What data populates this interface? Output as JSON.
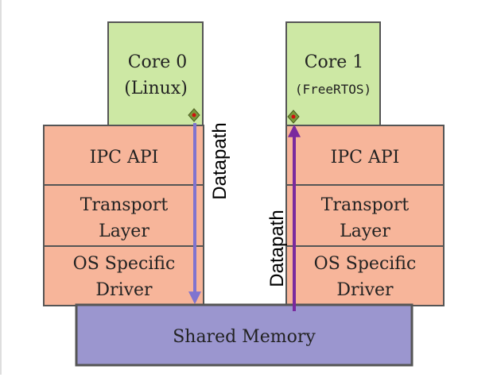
{
  "colors": {
    "core_fill": "#cde8a4",
    "layer_fill": "#f7b59a",
    "memory_fill": "#9b96cf",
    "box_stroke": "#555555",
    "left_arrow": "#7f74cf",
    "right_arrow": "#7a2a9e",
    "marker_fill": "#7a9a3a",
    "marker_dot": "#d01010"
  },
  "core0": {
    "line1": "Core 0",
    "line2": "(Linux)"
  },
  "core1": {
    "line1": "Core 1",
    "line2": "(FreeRTOS)"
  },
  "left_stack": {
    "ipc": "IPC API",
    "transport_1": "Transport",
    "transport_2": "Layer",
    "driver_1": "OS Specific",
    "driver_2": "Driver"
  },
  "right_stack": {
    "ipc": "IPC API",
    "transport_1": "Transport",
    "transport_2": "Layer",
    "driver_1": "OS Specific",
    "driver_2": "Driver"
  },
  "shared_memory": "Shared Memory",
  "datapath_left": "Datapath",
  "datapath_right": "Datapath"
}
